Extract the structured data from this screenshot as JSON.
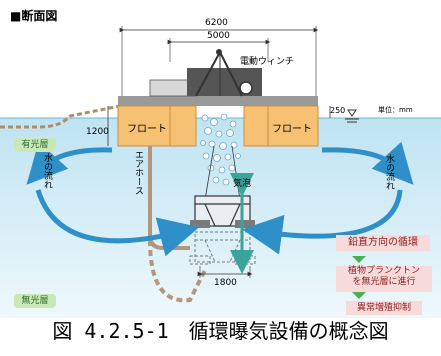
{
  "header": {
    "title": "■断面図"
  },
  "dimensions": {
    "total_width": "6200",
    "inner_width": "5000",
    "left_depth": "1200",
    "right_depth": "250",
    "bottom_width": "1800",
    "unit": "単位：mm"
  },
  "labels": {
    "winch": "電動ウィンチ",
    "float_left": "フロート",
    "float_right": "フロート",
    "bubbles": "気泡",
    "air_hose": "エアホース",
    "flow_left": "水の流れ",
    "flow_right": "水の流れ",
    "euphotic": "有光層",
    "aphotic": "無光層"
  },
  "notes": {
    "vertical": "鉛直方向の循環",
    "plankton": "植物プランクトン\nを無光層に進行",
    "suppression": "異常増殖抑制"
  },
  "caption": "図 4.2.5-1　循環曝気設備の概念図",
  "colors": {
    "water_top": "#cfeaf5",
    "water_bottom": "#eaf6fb",
    "float": "#f6c173",
    "flow_arrow": "#2f8fc9",
    "note_bg": "#f7dada",
    "pill_bg": "#c9e8b8"
  }
}
